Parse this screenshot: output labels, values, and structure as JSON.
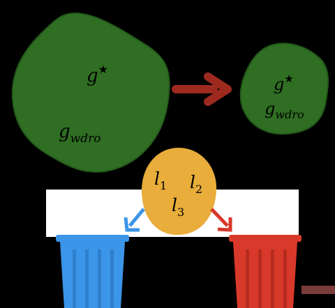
{
  "colors": {
    "background": "#000000",
    "panel": "#ffffff",
    "green_blob": "#2f6e23",
    "green_edge": "#245a1a",
    "arrow_dark_red": "#9e2a1f",
    "orange_blob": "#e8ad3a",
    "blue": "#3b95e8",
    "red": "#d9392a",
    "corner_bar": "#7a3b3b"
  },
  "large_blob": {
    "g_star": "g",
    "g_star_sup": "★",
    "g_wdro": "g",
    "g_wdro_sub": "wdro"
  },
  "small_blob": {
    "g_star": "g",
    "g_star_sup": "★",
    "g_wdro": "g",
    "g_wdro_sub": "wdro"
  },
  "loss_blob": {
    "l1": "l",
    "l1_sub": "1",
    "l2": "l",
    "l2_sub": "2",
    "l3": "l",
    "l3_sub": "3"
  },
  "icons": {
    "left_bin": "trash-bin-icon-blue",
    "right_bin": "trash-bin-icon-red"
  }
}
